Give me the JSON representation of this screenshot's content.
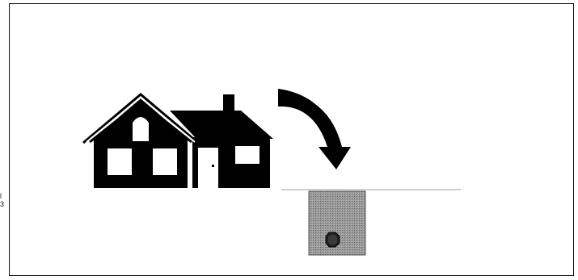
{
  "diagram": {
    "elements": [
      {
        "id": "house",
        "kind": "icon",
        "icon": "house-icon"
      },
      {
        "id": "arrow",
        "kind": "icon",
        "icon": "curved-arrow-down-icon"
      },
      {
        "id": "ground",
        "kind": "line",
        "icon": "ground-line"
      },
      {
        "id": "pit",
        "kind": "icon",
        "icon": "underground-pit-icon"
      }
    ],
    "edge_fragment": [
      "l",
      "3"
    ]
  }
}
